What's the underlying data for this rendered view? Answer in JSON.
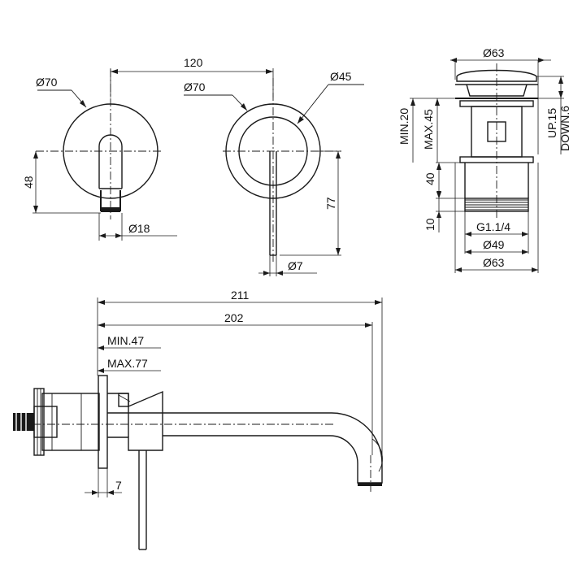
{
  "front_view": {
    "spout_rosette_diameter": "Ø70",
    "spout_height": "48",
    "spout_outlet_diameter": "Ø18",
    "center_distance": "120",
    "mixer_rosette_diameter": "Ø70",
    "mixer_inner_diameter": "Ø45",
    "lever_drop": "77",
    "lever_diameter": "Ø7"
  },
  "waste_view": {
    "cap_diameter": "Ø63",
    "min_height": "MIN.20",
    "max_height": "MAX.45",
    "up_travel": "UP.15",
    "down_travel": "DOWN.6",
    "body_length": "40",
    "thread_length": "10",
    "thread_size": "G1.1/4",
    "thread_diameter": "Ø49",
    "flange_diameter": "Ø63"
  },
  "side_view": {
    "overall_length": "211",
    "spout_length": "202",
    "min_depth": "MIN.47",
    "max_depth": "MAX.77",
    "rosette_thickness": "7"
  }
}
